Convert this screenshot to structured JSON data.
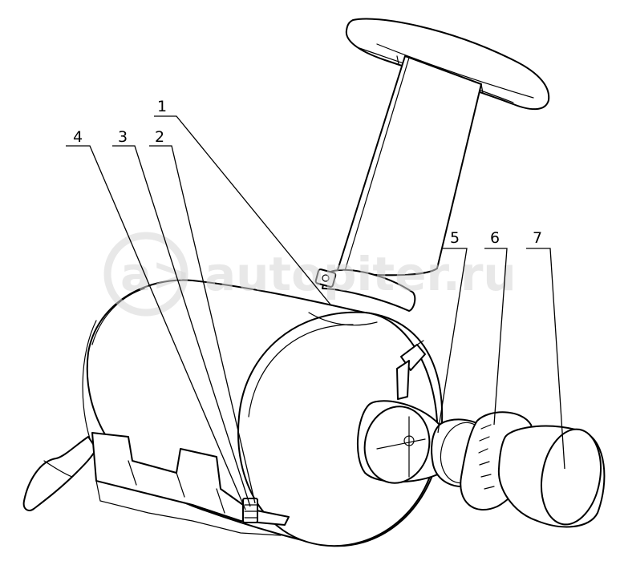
{
  "watermark": {
    "text": "autopiter.ru",
    "mark": "a>"
  },
  "callouts": [
    {
      "id": "1",
      "label": "1"
    },
    {
      "id": "2",
      "label": "2"
    },
    {
      "id": "3",
      "label": "3"
    },
    {
      "id": "4",
      "label": "4"
    },
    {
      "id": "5",
      "label": "5"
    },
    {
      "id": "6",
      "label": "6"
    },
    {
      "id": "7",
      "label": "7"
    }
  ],
  "colors": {
    "line": "#000000",
    "background": "#ffffff",
    "watermark": "#d6d6d6"
  }
}
